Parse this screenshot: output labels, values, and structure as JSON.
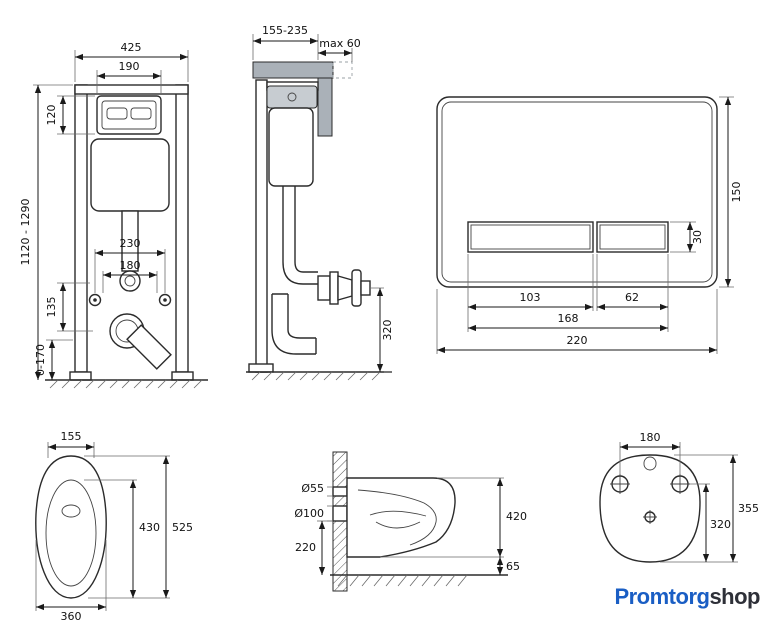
{
  "brand": {
    "logo_primary": "Promtorg",
    "logo_secondary": "shop",
    "logo_primary_color": "#1a5ec4",
    "logo_secondary_color": "#2e3038"
  },
  "drawing": {
    "line_color": "#2b2b2b",
    "frame_front": {
      "width_total": "425",
      "panel_width": "190",
      "panel_height": "120",
      "height_range": "1120 - 1290",
      "spacing_outer": "230",
      "spacing_inner": "180",
      "outlet_offset": "135",
      "floor_adjust": "0-170"
    },
    "frame_side": {
      "depth_range": "155-235",
      "wall_max": "max 60",
      "outlet_height": "320"
    },
    "flush_plate": {
      "height": "150",
      "button_height": "30",
      "button_large": "103",
      "button_small": "62",
      "buttons_span": "168",
      "width": "220"
    },
    "bowl_top": {
      "front_width": "155",
      "inner_length": "430",
      "length": "525",
      "width": "360"
    },
    "bowl_side": {
      "inlet_diameter": "Ø55",
      "outlet_diameter": "Ø100",
      "outlet_height": "220",
      "height": "420",
      "bottom_gap": "65"
    },
    "bowl_back": {
      "hole_spacing": "180",
      "holes_to_bottom": "320",
      "height": "355"
    }
  }
}
